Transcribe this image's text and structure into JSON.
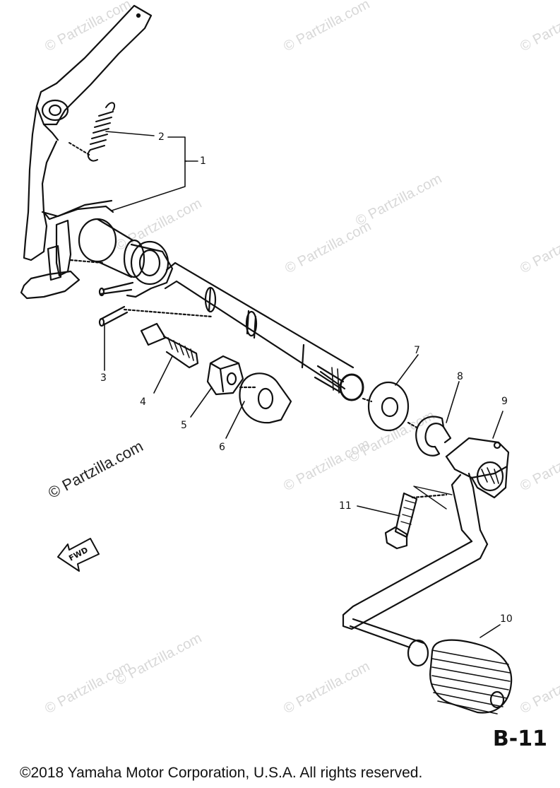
{
  "watermark": "© Partzilla.com",
  "callouts": [
    "1",
    "2",
    "3",
    "4",
    "5",
    "6",
    "7",
    "8",
    "9",
    "10",
    "11"
  ],
  "fwd_label": "FWD",
  "sheet_code": "B-11",
  "copyright": "©2018 Yamaha Motor Corporation, U.S.A. All rights reserved."
}
